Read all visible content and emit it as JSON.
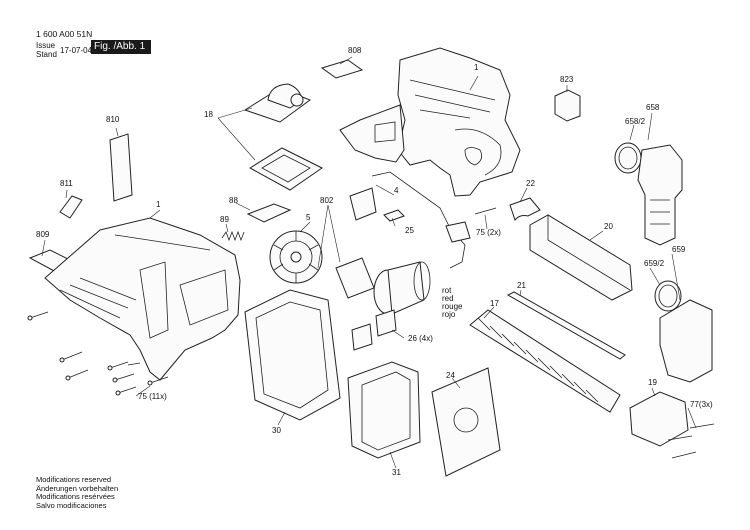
{
  "header": {
    "doc_number": "1 600 A00 51N",
    "issue_label": "Issue",
    "stand_label": "Stand",
    "date": "17-07-04",
    "figure_label": "Fig. /Abb. 1"
  },
  "callouts": {
    "p1_top": "1",
    "p1_left": "1",
    "p4": "4",
    "p5": "5",
    "p17": "17",
    "p18": "18",
    "p19": "19",
    "p20": "20",
    "p21": "21",
    "p22": "22",
    "p24": "24",
    "p25": "25",
    "p26": "26 (4x)",
    "p30": "30",
    "p31": "31",
    "p75a": "75 (2x)",
    "p75b": "75 (11x)",
    "p77": "77(3x)",
    "p88": "88",
    "p89": "89",
    "p658": "658",
    "p658_2": "658/2",
    "p659": "659",
    "p659_2": "659/2",
    "p802": "802",
    "p808": "808",
    "p809": "809",
    "p810": "810",
    "p811": "811",
    "p823": "823"
  },
  "wire_colors": [
    "rot",
    "red",
    "rouge",
    "rojo"
  ],
  "footer_notes": [
    "Modifications reserved",
    "Änderungen vorbehalten",
    "Modifications resérvées",
    "Salvo modificaciones"
  ]
}
